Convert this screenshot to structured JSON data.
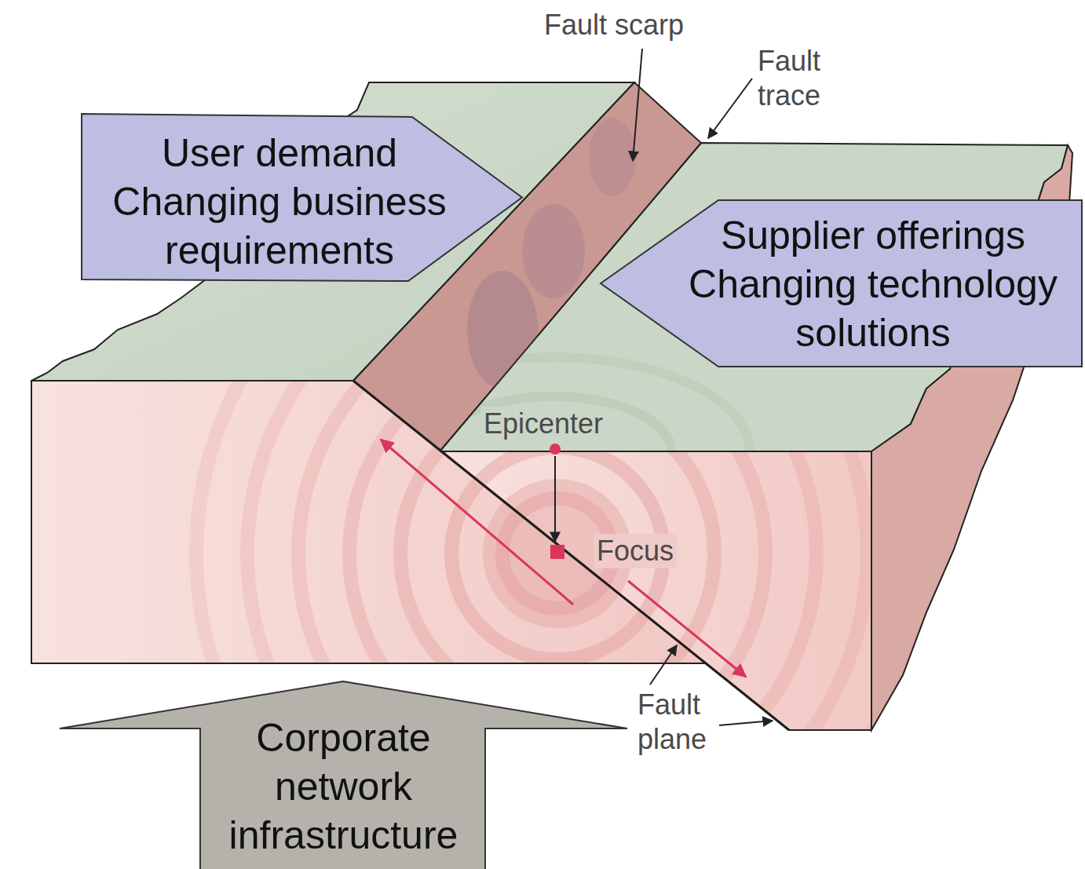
{
  "diagram": {
    "nodes": [
      {
        "text": [
          "User demand Changing business requirements"
        ]
      },
      {
        "text": [
          "Supplier offerings Changing technology solutions"
        ]
      },
      {
        "text": [
          "Corporate network infrastructure"
        ]
      }
    ],
    "labels": [
      "Fault scarp",
      "Fault trace",
      "Epicenter",
      "Focus",
      "Fault plane"
    ]
  }
}
